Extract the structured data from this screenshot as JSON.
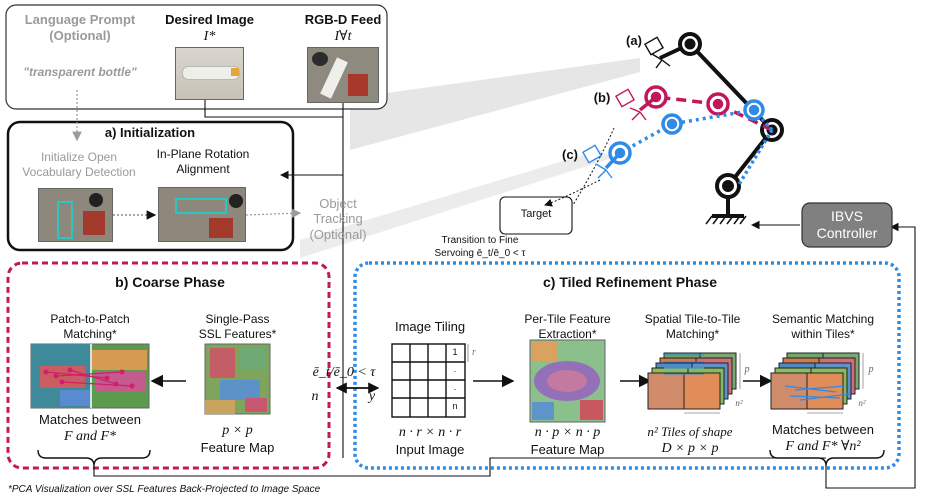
{
  "top_panel": {
    "language_prompt_title": "Language Prompt",
    "language_prompt_sub": "(Optional)",
    "prompt_text": "\"transparent bottle\"",
    "desired_image_title": "Desired Image",
    "desired_image_symbol": "I*",
    "rgbd_title": "RGB-D Feed",
    "rgbd_symbol": "I∀t"
  },
  "initialization": {
    "title": "a) Initialization",
    "detect_l1": "Initialize Open",
    "detect_l2": "Vocabulary Detection",
    "rotation_l1": "In-Plane Rotation",
    "rotation_l2": "Alignment"
  },
  "tracking": {
    "l1": "Object",
    "l2": "Tracking",
    "l3": "(Optional)"
  },
  "robot": {
    "label_a": "(a)",
    "label_b": "(b)",
    "label_c": "(c)",
    "target": "Target"
  },
  "ibvs": {
    "l1": "IBVS",
    "l2": "Controller"
  },
  "transition": {
    "l1": "Transition to Fine",
    "l2": "Servoing ē_t/ē_0 < τ"
  },
  "coarse": {
    "title": "b) Coarse Phase",
    "patch_l1": "Patch-to-Patch",
    "patch_l2": "Matching*",
    "ssl_l1": "Single-Pass",
    "ssl_l2": "SSL Features*",
    "matches_l1": "Matches between",
    "matches_l2": "F and F*",
    "map_size": "p × p",
    "map_label": "Feature Map"
  },
  "switch": {
    "condition": "ē_t/ē_0 < τ",
    "n": "n",
    "y": "y"
  },
  "refine": {
    "title": "c) Tiled Refinement Phase",
    "tiling_title": "Image Tiling",
    "tiling_size": "n · r × n · r",
    "tiling_label": "Input Image",
    "tile_r": "r",
    "tile_1": "1",
    "tile_dot1": ".",
    "tile_dot2": ".",
    "tile_n": "n",
    "pertile_l1": "Per-Tile Feature",
    "pertile_l2": "Extraction*",
    "pertile_size": "n · p × n · p",
    "pertile_label": "Feature Map",
    "spatial_l1": "Spatial Tile-to-Tile",
    "spatial_l2": "Matching*",
    "tiles_l1": "n² Tiles of shape",
    "tiles_l2": "D × p × p",
    "semantic_l1": "Semantic Matching",
    "semantic_l2": "within Tiles*",
    "sem_matches_l1": "Matches between",
    "sem_matches_l2": "F and F* ∀n²",
    "stack_p": "p",
    "stack_n2": "n²"
  },
  "footnote": "*PCA Visualization over SSL Features Back-Projected to Image Space",
  "colors": {
    "coarse": "#c2185b",
    "refine": "#2f8be6",
    "gray": "#9a9a9a"
  }
}
